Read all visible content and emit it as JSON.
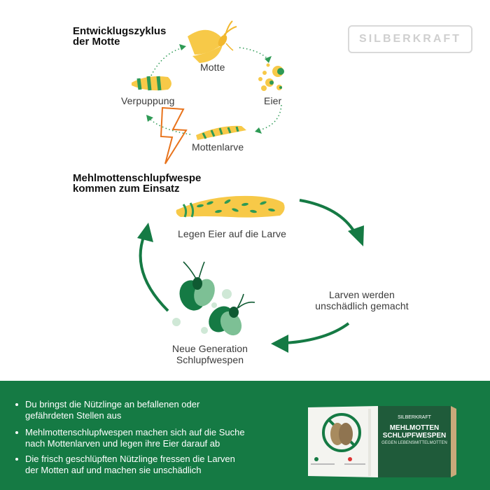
{
  "brand": {
    "logo_text": "SILBERKRAFT"
  },
  "moth_cycle": {
    "title_line1": "Entwicklugszyklus",
    "title_line2": "der Motte",
    "stages": {
      "moth": "Motte",
      "eggs": "Eier",
      "larva": "Mottenlarve",
      "pupa": "Verpuppung"
    }
  },
  "wasp_cycle": {
    "title_line1": "Mehlmottenschlupfwespe",
    "title_line2": "kommen zum Einsatz",
    "steps": {
      "lay_eggs": "Legen Eier auf die Larve",
      "harmless_line1": "Larven werden",
      "harmless_line2": "unschädlich gemacht",
      "new_gen_line1": "Neue Generation",
      "new_gen_line2": "Schlupfwespen"
    }
  },
  "bullets": [
    {
      "line1": "Du bringst die Nützlinge an befallenen oder",
      "line2": "gefährdeten Stellen aus"
    },
    {
      "line1": "Mehlmottenschlupfwespen machen sich auf die Suche",
      "line2": "nach Mottenlarven und legen ihre Eier darauf ab"
    },
    {
      "line1": "Die frisch geschlüpften Nützlinge fressen die Larven",
      "line2": "der Motten auf und machen sie unschädlich"
    }
  ],
  "product_box": {
    "brand": "SILBERKRAFT",
    "title_line1": "MEHLMOTTEN",
    "title_line2": "SCHLUPFWESPEN",
    "subtitle": "GEGEN LEBENSMITTELMOTTEN"
  },
  "colors": {
    "accent_yellow": "#f7c948",
    "accent_green": "#157a44",
    "light_green": "#cfe8d6",
    "lightning_orange": "#e8731c"
  }
}
